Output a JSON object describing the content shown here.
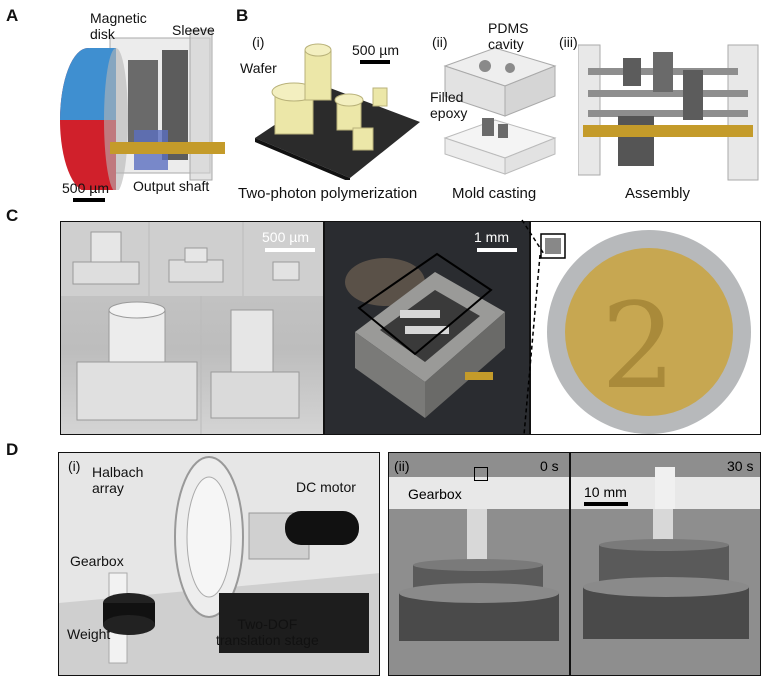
{
  "panels": {
    "A": {
      "letter": "A",
      "labels": {
        "magnetic_disk": "Magnetic\ndisk",
        "sleeve": "Sleeve",
        "output_shaft": "Output shaft",
        "scale": "500 µm"
      }
    },
    "B": {
      "letter": "B",
      "sub_i": "(i)",
      "sub_ii": "(ii)",
      "sub_iii": "(iii)",
      "labels": {
        "wafer": "Wafer",
        "scale": "500 µm",
        "pdms_cavity": "PDMS\ncavity",
        "filled_epoxy": "Filled\nepoxy"
      },
      "captions": {
        "tpp": "Two-photon polymerization",
        "mold": "Mold casting",
        "assembly": "Assembly"
      }
    },
    "C": {
      "letter": "C",
      "scale_left": "500 µm",
      "scale_mid": "1 mm"
    },
    "D": {
      "letter": "D",
      "sub_i": "(i)",
      "sub_ii": "(ii)",
      "labels": {
        "halbach": "Halbach\narray",
        "dc_motor": "DC motor",
        "gearbox_i": "Gearbox",
        "weight": "Weight",
        "stage": "Two-DOF\ntranslation stage",
        "gearbox_ii": "Gearbox",
        "time_0": "0 s",
        "time_30": "30 s",
        "scale": "10 mm"
      }
    }
  },
  "colors": {
    "magnet_blue": "#3f8fd0",
    "magnet_red": "#d0202b",
    "gear_gray": "#6a6a6a",
    "gear_yellow": "#ece7a8",
    "shaft_gold": "#c49b2a",
    "wafer_black": "#2b2b2b"
  }
}
